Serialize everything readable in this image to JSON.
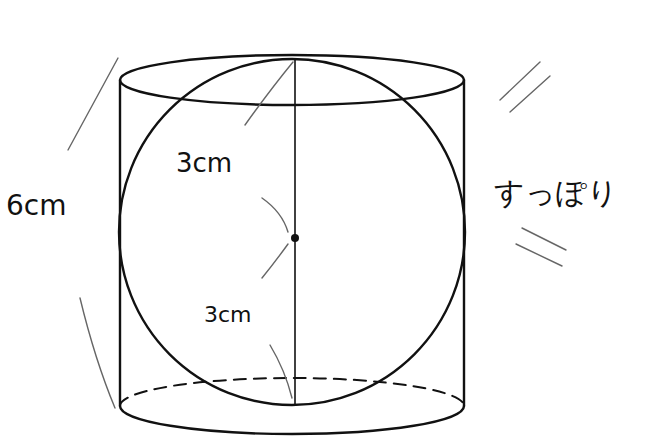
{
  "diagram": {
    "labels": [
      "6cm",
      "3cm",
      "3cm",
      "すっぽり"
    ]
  }
}
